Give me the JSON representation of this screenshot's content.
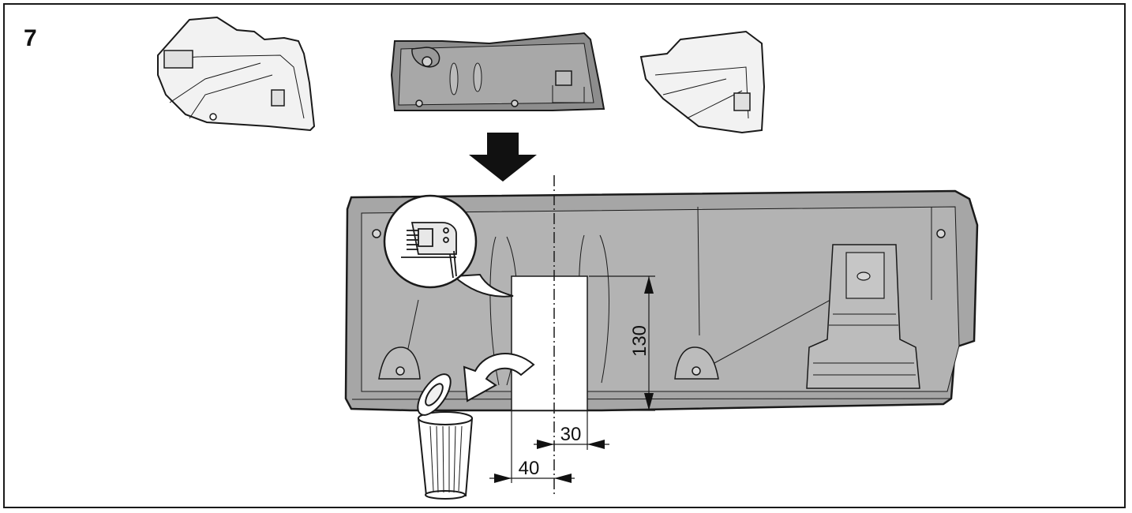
{
  "step_number": "7",
  "dimensions": {
    "height_label": "130",
    "offset_label": "30",
    "width_label": "40"
  },
  "colors": {
    "panel_fill": "#a6a6a6",
    "panel_dark": "#7a7a7a",
    "line": "#1a1a1a",
    "cutout": "#ffffff"
  },
  "icons": [
    "jigsaw-icon",
    "trash-bin-icon",
    "curved-arrow-icon",
    "down-arrow-icon"
  ]
}
